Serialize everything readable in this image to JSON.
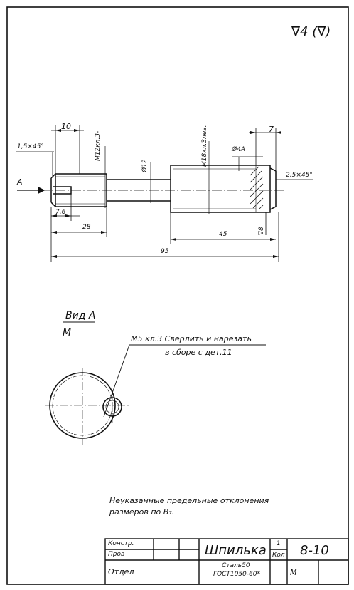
{
  "roughness": {
    "general": "∇4 (∇)"
  },
  "dimensions": {
    "d10": "10",
    "chamfer_left": "1,5×45°",
    "thread_small": "M12кл.3-",
    "thread_large": "M18кл.3лев.",
    "dia12": "Ø12",
    "dia4": "Ø4А",
    "d7": "7",
    "chamfer_right": "2,5×45°",
    "d7_6": "7,6",
    "d28": "28",
    "d45": "45",
    "d95": "95",
    "rough_local": "∇8",
    "section_arrow": "А"
  },
  "view": {
    "title": "Вид А",
    "scale": "М",
    "note_line1": "М5 кл.3 Сверлить и нарезать",
    "note_line2": "в сборе с дет.11"
  },
  "general_note": {
    "line1": "Неуказанные предельные отклонения",
    "line2": "размеров по В₇."
  },
  "title_block": {
    "row_konstr": "Констр.",
    "row_prov": "Пров",
    "row_otdel": "Отдел",
    "name": "Шпилька",
    "qty": "1",
    "qty_label": "Кол",
    "number": "8-10",
    "material_line1": "Сталь50",
    "material_line2": "ГОСТ1050-60*",
    "scale": "М"
  }
}
